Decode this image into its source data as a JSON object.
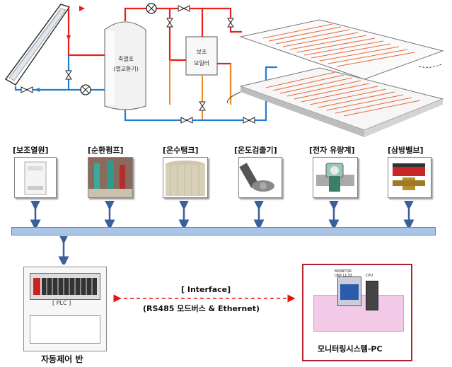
{
  "system": {
    "storage_tank_label": "축열조",
    "storage_tank_sublabel": "(열교환기)",
    "aux_boiler_line1": "보조",
    "aux_boiler_line2": "보일러"
  },
  "components": [
    {
      "label": "[보조열원]"
    },
    {
      "label": "[순환펌프]"
    },
    {
      "label": "[온수탱크]"
    },
    {
      "label": "[온도검출기]"
    },
    {
      "label": "[전자 유량계]"
    },
    {
      "label": "[삼방밸브]"
    }
  ],
  "plc": {
    "label": "[ PLC ]",
    "panel_label": "자동제어 반"
  },
  "interface": {
    "title": "[ Interface]",
    "protocol": "(RS485 모드버스 & Ethernet)"
  },
  "monitoring": {
    "label": "모니터링시스템-PC",
    "monitor_text1": "MONITOR",
    "monitor_text2": "UNY LC33",
    "cpu_text": "CPU"
  },
  "colors": {
    "hot_pipe": "#e8201a",
    "cold_pipe": "#1e7fd6",
    "orange_pipe": "#f08a24",
    "bus": "#a9c4e4",
    "arrow": "#3a5f9a",
    "monitor_frame": "#b0202a"
  }
}
